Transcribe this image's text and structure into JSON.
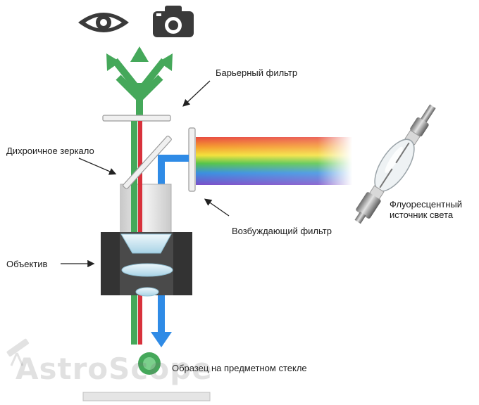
{
  "labels": {
    "barrier_filter": "Барьерный фильтр",
    "dichroic_mirror": "Дихроичное зеркало",
    "excitation_filter": "Возбуждающий фильтр",
    "objective": "Объектив",
    "light_source_line1": "Флуоресцентный",
    "light_source_line2": "источник света",
    "specimen": "Образец на предметном стекле"
  },
  "watermark": "AstroScope",
  "icons": [
    "eye-icon",
    "camera-icon"
  ],
  "colors": {
    "green_emission": "#45a85a",
    "red_beam": "#d8323c",
    "blue_excitation": "#2f8be6",
    "objective_body": "#333333",
    "label_text": "#1a1a1a"
  }
}
